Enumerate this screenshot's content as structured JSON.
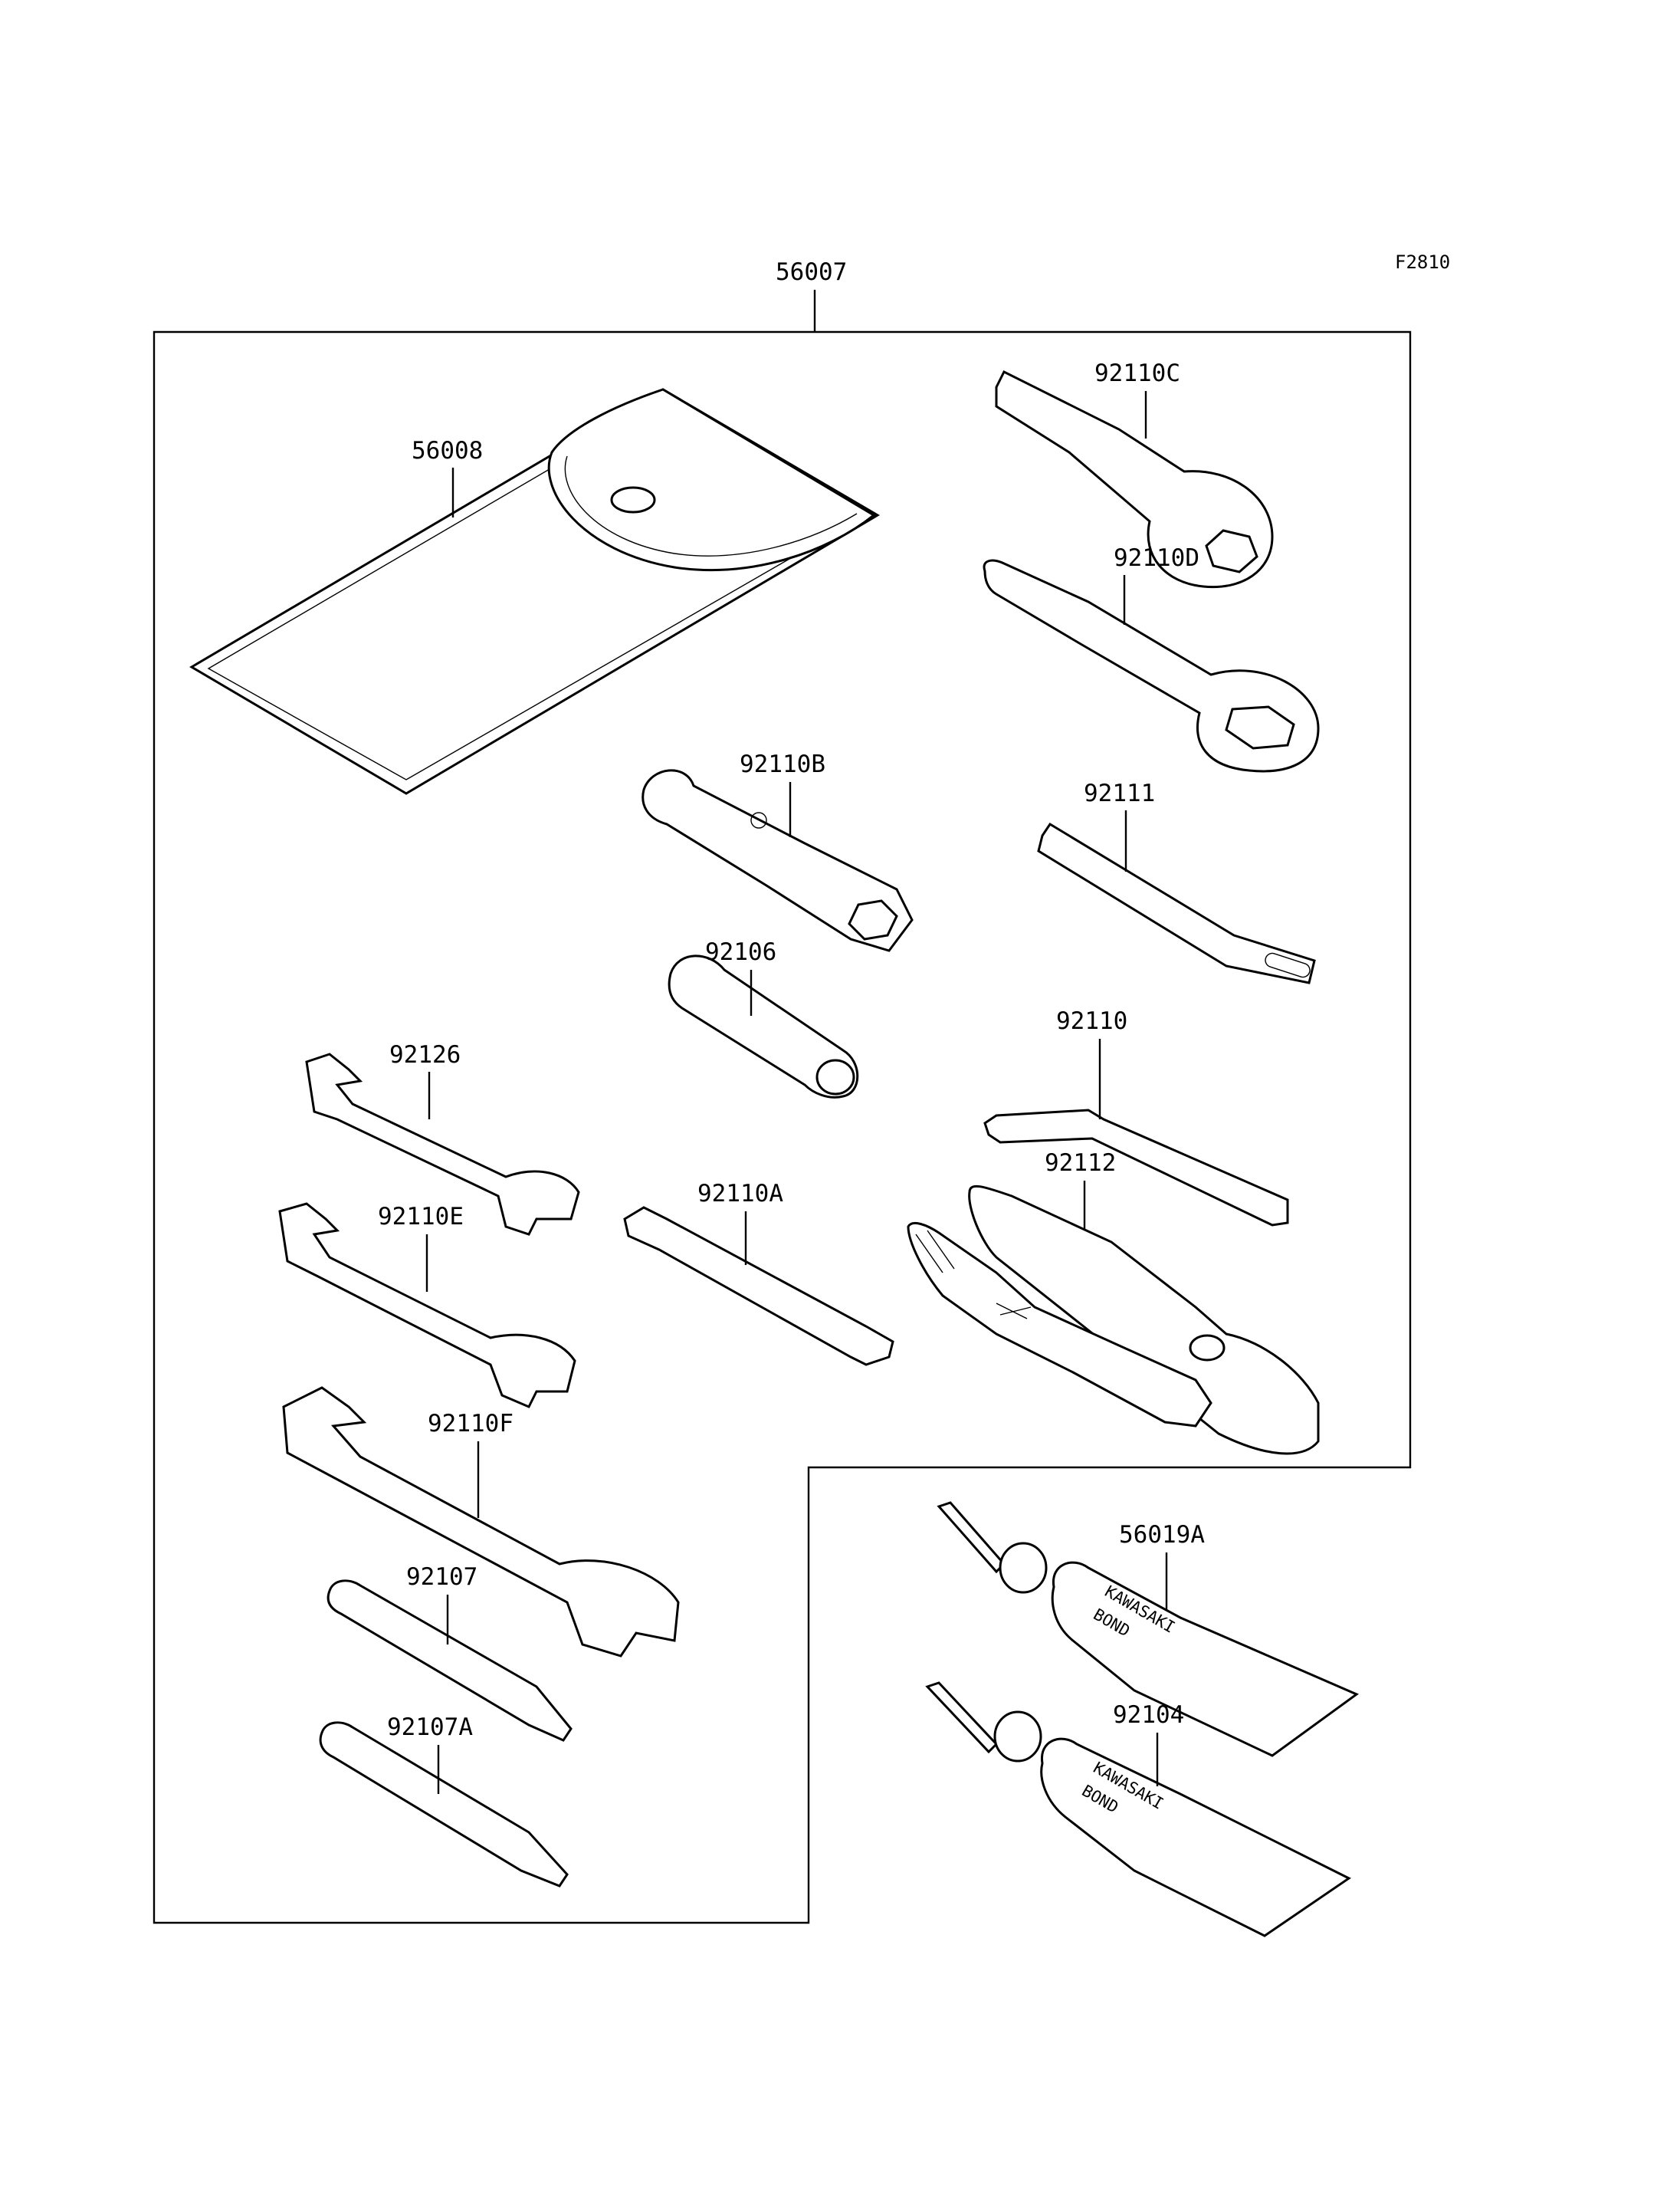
{
  "figure_code": "F2810",
  "parts": {
    "kit": "56007",
    "bag": "56008",
    "ring_spanner_c": "92110C",
    "ring_spanner_d": "92110D",
    "plug_wrench": "92110B",
    "bar": "92111",
    "socket_handle": "92106",
    "hex_key": "92110",
    "spanner_92126": "92126",
    "spanner_a": "92110A",
    "pliers": "92112",
    "spanner_e": "92110E",
    "spanner_f": "92110F",
    "screwdriver": "92107",
    "screwdriver_a": "92107A",
    "bond_a": "56019A",
    "bond_b": "92104"
  },
  "tube_print": {
    "line1": "KAWASAKI",
    "line2": "BOND"
  }
}
